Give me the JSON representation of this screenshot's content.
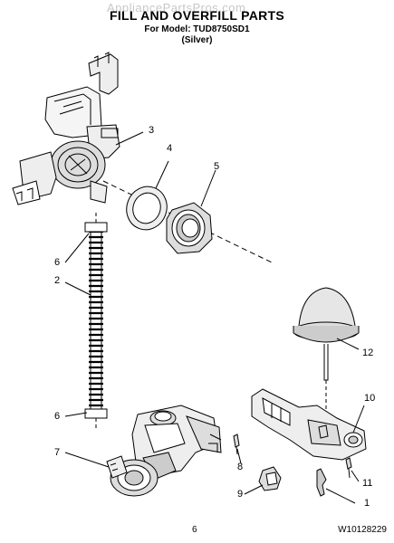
{
  "header": {
    "watermark": "AppliancePartsPros.com",
    "title": "FILL AND OVERFILL PARTS",
    "model_line": "For Model: TUD8750SD1",
    "color_line": "(Silver)"
  },
  "callouts": {
    "c1": "1",
    "c2": "2",
    "c3": "3",
    "c4": "4",
    "c5": "5",
    "c6a": "6",
    "c6b": "6",
    "c7": "7",
    "c8": "8",
    "c9": "9",
    "c10": "10",
    "c11": "11",
    "c12": "12"
  },
  "footer": {
    "page": "6",
    "doc_number": "W10128229"
  }
}
